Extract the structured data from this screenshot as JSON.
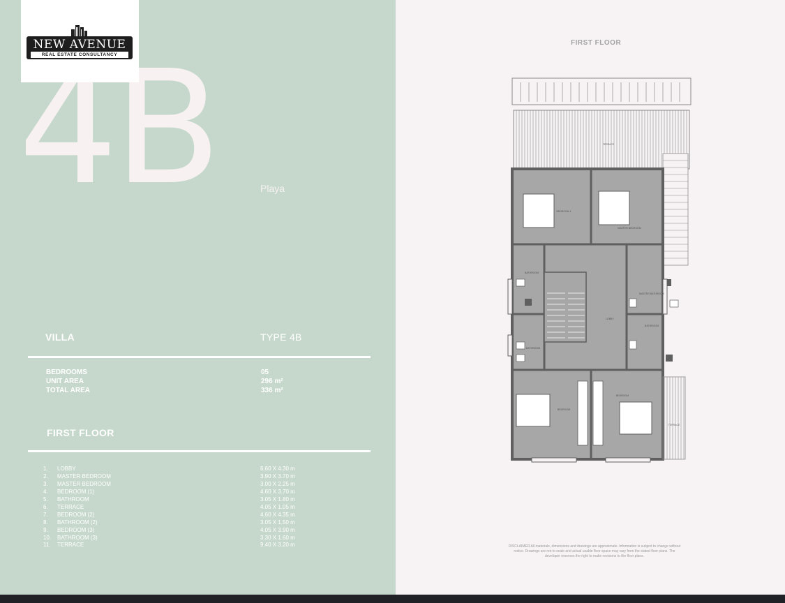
{
  "brand": {
    "name": "NEW AVENUE",
    "tagline": "REAL ESTATE CONSULTANCY"
  },
  "unit": {
    "code": "4B",
    "project": "Playa",
    "category": "VILLA",
    "type": "TYPE 4B"
  },
  "specs": [
    {
      "label": "BEDROOMS",
      "value": "05"
    },
    {
      "label": "UNIT AREA",
      "value": "296 m²"
    },
    {
      "label": "TOTAL AREA",
      "value": "336 m²"
    }
  ],
  "floor": {
    "section_title": "FIRST FLOOR",
    "plan_title": "FIRST FLOOR"
  },
  "rooms": [
    {
      "num": "1.",
      "name": "LOBBY",
      "dims": "6.60 X 4.30 m"
    },
    {
      "num": "2.",
      "name": "MASTER BEDROOM",
      "dims": "3.90 X 3.70 m"
    },
    {
      "num": "3.",
      "name": "MASTER BEDROOM",
      "dims": "3.00 X 2.25 m"
    },
    {
      "num": "4.",
      "name": "BEDROOM (1)",
      "dims": "4.60 X 3.70 m"
    },
    {
      "num": "5.",
      "name": "BATHROOM",
      "dims": "3.05 X 1.80 m"
    },
    {
      "num": "6.",
      "name": "TERRACE",
      "dims": "4.05 X 1.05 m"
    },
    {
      "num": "7.",
      "name": "BEDROOM (2)",
      "dims": "4.60 X 4.35 m"
    },
    {
      "num": "8.",
      "name": "BATHROOM (2)",
      "dims": "3.05 X 1.50 m"
    },
    {
      "num": "9.",
      "name": "BEDROOM (3)",
      "dims": "4.05 X 3.90 m"
    },
    {
      "num": "10.",
      "name": "BATHROOM (3)",
      "dims": "3.30 X 1.60 m"
    },
    {
      "num": "11.",
      "name": "TERRACE",
      "dims": "9.40 X 3.20 m"
    }
  ],
  "plan_labels": {
    "terrace_top": "TERRACE",
    "bedroom1": "BEDROOM 1",
    "master_bedroom": "MASTER BEDROOM",
    "bathroom_left": "BATHROOM",
    "master_bathroom": "MASTER BATHROOM",
    "lobby": "LOBBY",
    "bathroom_right": "BATHROOM",
    "bathroom_lower": "BATHROOM",
    "bedroom_lower_left": "BEDROOM",
    "bedroom_lower_right": "BEDROOM",
    "terrace_side": "TERRACE"
  },
  "disclaimer": "DISCLAIMER All materials, dimensions and drawings are approximate. Information is subject to change without notice. Drawings are not to scale and actual usable floor space may vary from the stated floor plans. The developer reserves the right to make revisions to the floor plans.",
  "colors": {
    "left_panel": "#c6d8cc",
    "right_panel": "#f7f3f4",
    "plan_room_fill": "#a7a7a7",
    "plan_wall": "#5f5f5f"
  }
}
